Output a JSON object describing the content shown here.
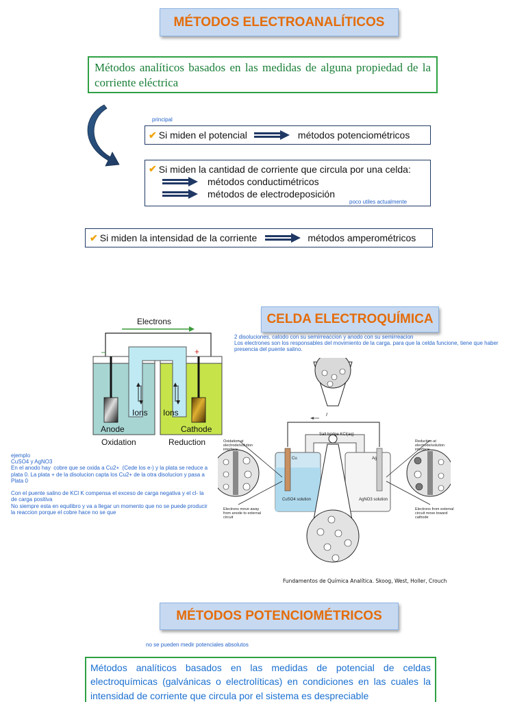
{
  "section1": {
    "title": "MÉTODOS ELECTROANALÍTICOS",
    "definition": "Métodos analíticos basados en las medidas de alguna propiedad de la corriente eléctrica",
    "note_principal": "principal",
    "item1": {
      "left": "Si miden el potencial",
      "right": "métodos potenciométricos"
    },
    "item2": {
      "line1": "Si miden la cantidad de corriente que circula por una celda:",
      "sub1": "métodos conductimétricos",
      "sub2": "métodos de electrodeposición",
      "note": "poco utiles actualmente"
    },
    "item3": {
      "left": "Si miden la intensidad de la corriente",
      "right": "métodos amperométricos"
    }
  },
  "section2": {
    "title": "CELDA ELECTROQUÍMICA",
    "note": "2 disoluciones, catodo con su semirreaccion y anodo con su semirreacion\nLos electrones son los responsables del movimiento de la carga. para que la celda funcione, tiene que haber presencia del puente salino.",
    "simple_cell": {
      "electrons": "Electrons",
      "minus": "–",
      "plus": "+",
      "ions_left": "Ions",
      "ions_right": "Ions",
      "anode": "Anode",
      "cathode": "Cathode",
      "oxidation": "Oxidation",
      "reduction": "Reduction"
    },
    "example_note": "ejemplo\nCuSO4 y AgNO3\nEn el anodo hay  cobre que se oxida a Cu2+  (Cede los e-) y la plata se reduce a plata 0. La plata + de la disolucion capta los Cu2+ de la otra disolucion y pasa a Plata 0\n\nCon el puente salino de KCl K compensa el exceso de carga negativa y el cl- la de carga positiva\nNo siempre esta en equilibro y va a llegar un momento que no se puede producir la reaccion porque el cobre hace no se que",
    "detailed_cell": {
      "salt_bridge": "Salt bridge KCl(aq)",
      "cu": "Cu",
      "ag": "Ag",
      "cuso4": "CuSO4 solution",
      "agno3": "AgNO3 solution",
      "left_top": "Oxidation at electrode/solution interface",
      "left_bottom": "Electrons move away from anode to external circuit",
      "right_top": "Reduction at electrode/solution interface",
      "right_bottom": "Electrons from external circuit move toward cathode",
      "current": "I"
    },
    "caption": "Fundamentos de Química Analítica. Skoog, West, Holler, Crouch"
  },
  "section3": {
    "title": "MÉTODOS POTENCIOMÉTRICOS",
    "note": "no se pueden medir potenciales absolutos",
    "definition": "Métodos analíticos basados en las medidas de potencial de celdas electroquímicas (galvánicas o electrolíticas) en condiciones en las cuales la intensidad de corriente que circula por el sistema es despreciable"
  },
  "colors": {
    "title_text": "#e46c0a",
    "title_bg": "#c6d9f1",
    "green": "#1a7f37",
    "navy": "#1f3864",
    "note_blue": "#2563c9"
  },
  "icons": [
    "check-icon",
    "double-arrow-icon",
    "curved-arrow-icon"
  ]
}
